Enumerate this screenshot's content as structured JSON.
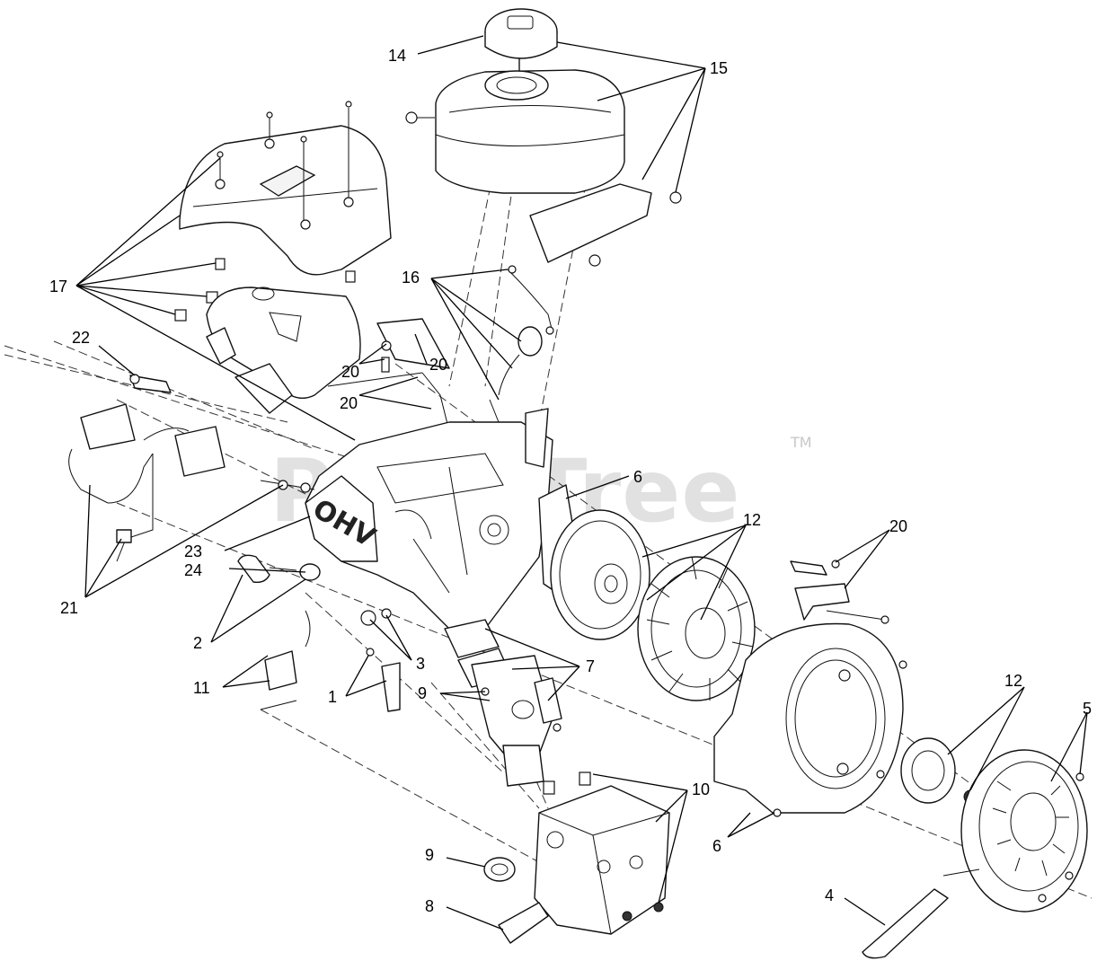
{
  "watermark": {
    "brand": "PartsTree",
    "trademark": "TM"
  },
  "engraved_text": {
    "valve_cover": "OHV"
  },
  "callouts": [
    {
      "id": "c1",
      "label": "1"
    },
    {
      "id": "c2",
      "label": "2"
    },
    {
      "id": "c3",
      "label": "3"
    },
    {
      "id": "c4",
      "label": "4"
    },
    {
      "id": "c5",
      "label": "5"
    },
    {
      "id": "c6a",
      "label": "6"
    },
    {
      "id": "c6b",
      "label": "6"
    },
    {
      "id": "c7",
      "label": "7"
    },
    {
      "id": "c8",
      "label": "8"
    },
    {
      "id": "c9a",
      "label": "9"
    },
    {
      "id": "c9b",
      "label": "9"
    },
    {
      "id": "c10",
      "label": "10"
    },
    {
      "id": "c11",
      "label": "11"
    },
    {
      "id": "c12a",
      "label": "12"
    },
    {
      "id": "c12b",
      "label": "12"
    },
    {
      "id": "c14",
      "label": "14"
    },
    {
      "id": "c15",
      "label": "15"
    },
    {
      "id": "c16",
      "label": "16"
    },
    {
      "id": "c17",
      "label": "17"
    },
    {
      "id": "c20a",
      "label": "20"
    },
    {
      "id": "c20b",
      "label": "20"
    },
    {
      "id": "c20c",
      "label": "20"
    },
    {
      "id": "c20d",
      "label": "20"
    },
    {
      "id": "c21",
      "label": "21"
    },
    {
      "id": "c22",
      "label": "22"
    },
    {
      "id": "c23",
      "label": "23"
    },
    {
      "id": "c24",
      "label": "24"
    }
  ]
}
